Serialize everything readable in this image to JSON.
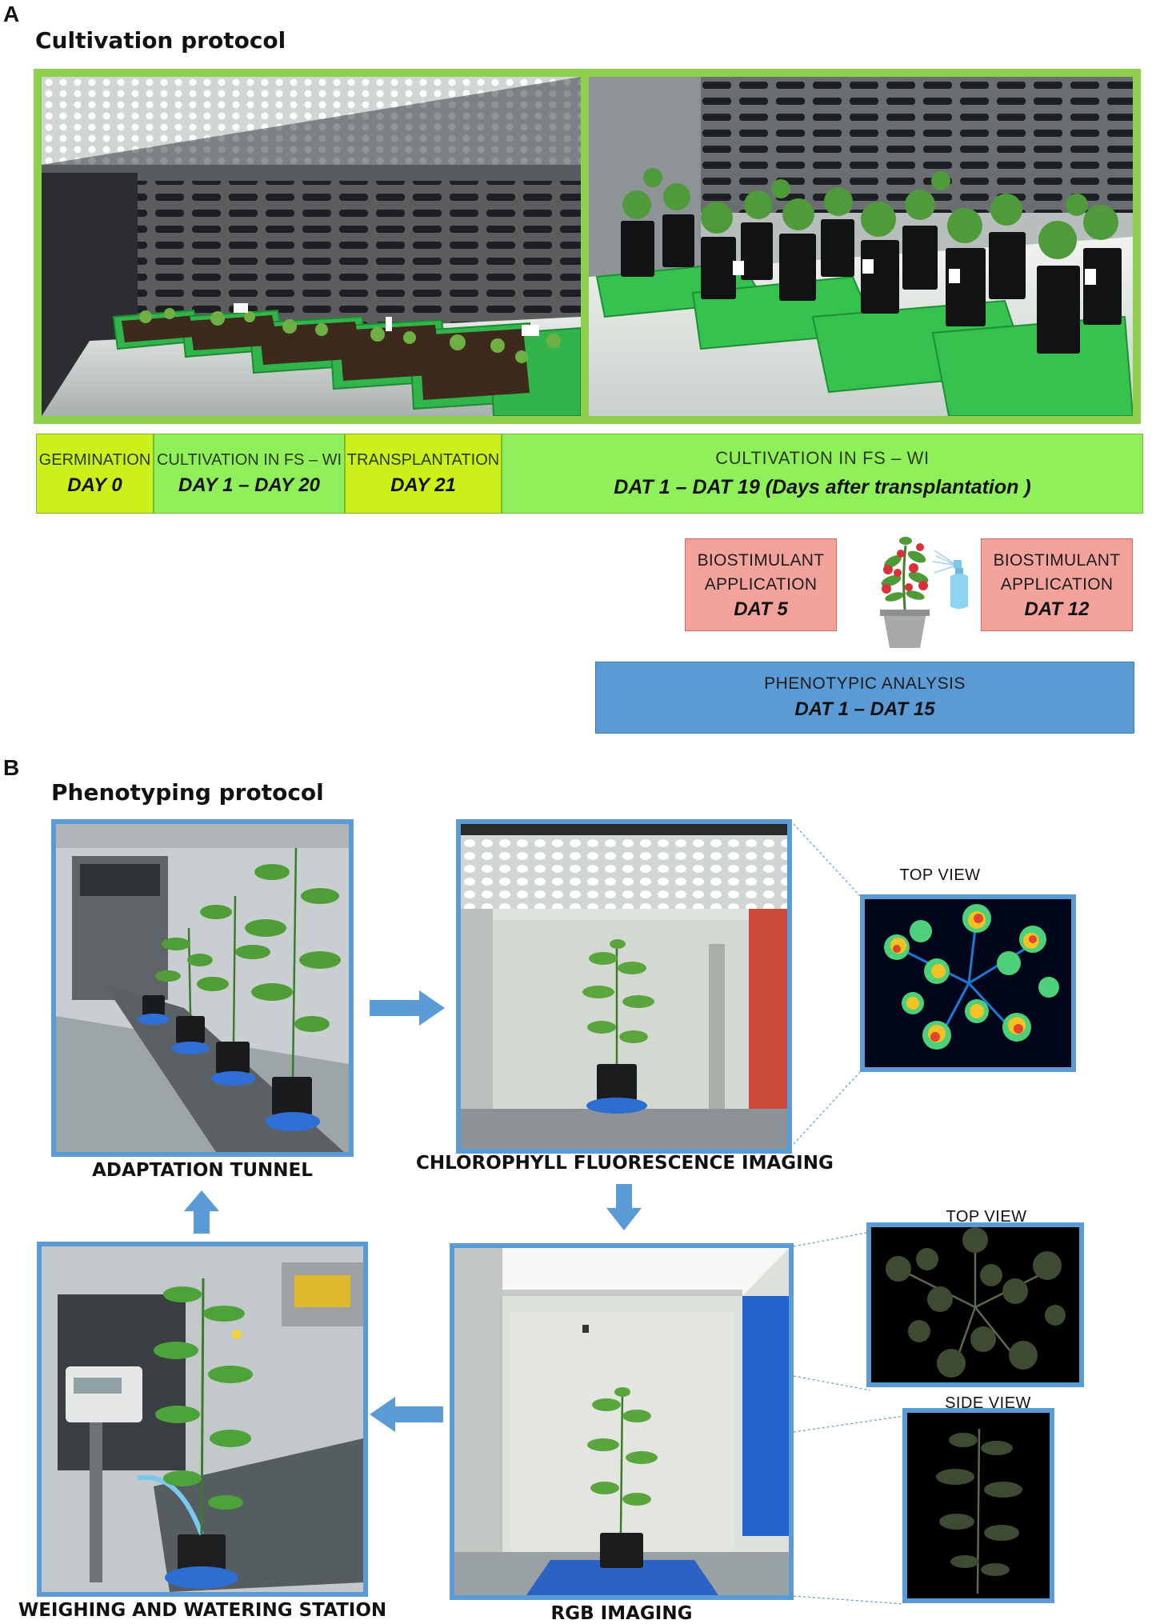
{
  "panel_a": {
    "letter": "A",
    "title": "Cultivation protocol",
    "timeline": [
      {
        "label": "GERMINATION",
        "day": "DAY 0",
        "color": "#ccf01a"
      },
      {
        "label": "CULTIVATION IN FS – WI",
        "day": "DAY 1 – DAY 20",
        "color": "#8ff05a"
      },
      {
        "label": "TRANSPLANTATION",
        "day": "DAY 21",
        "color": "#ccf01a"
      },
      {
        "label": "CULTIVATION  IN FS – WI",
        "day": "DAT 1 – DAT 19 (Days after transplantation )",
        "color": "#8ff05a"
      }
    ],
    "biostimulant": [
      {
        "line1": "BIOSTIMULANT",
        "line2": "APPLICATION",
        "day": "DAT 5"
      },
      {
        "line1": "BIOSTIMULANT",
        "line2": "APPLICATION",
        "day": "DAT 12"
      }
    ],
    "phenotypic": {
      "label": "PHENOTYPIC ANALYSIS",
      "day": "DAT 1 – DAT 15"
    },
    "colors": {
      "photo_frame": "#8fd14f",
      "bio_fill": "#f4a39c",
      "pheno_fill": "#5b9bd5"
    }
  },
  "panel_b": {
    "letter": "B",
    "title": "Phenotyping protocol",
    "stations": {
      "adaptation": "ADAPTATION TUNNEL",
      "chlorophyll": "CHLOROPHYLL FLUORESCENCE IMAGING",
      "rgb": "RGB IMAGING",
      "weighing": "WEIGHING AND WATERING STATION"
    },
    "views": {
      "fluor_top": "TOP VIEW",
      "rgb_top": "TOP VIEW",
      "rgb_side": "SIDE VIEW"
    },
    "colors": {
      "frame": "#5b9bd5",
      "arrow": "#5b9bd5"
    }
  }
}
